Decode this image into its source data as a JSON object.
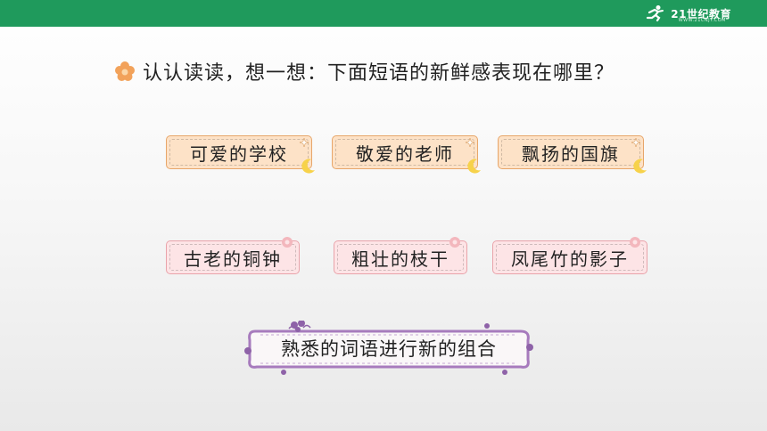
{
  "header": {
    "brand_text": "21世纪教育",
    "brand_sub": "WWW.21CNJY.COM",
    "bar_color": "#1f9a5c"
  },
  "question": {
    "text": "认认读读，想一想：下面短语的新鲜感表现在哪里？",
    "icon": "flower-icon"
  },
  "phrases": {
    "row1": [
      "可爱的学校",
      "敬爱的老师",
      "飘扬的国旗"
    ],
    "row2": [
      "古老的铜钟",
      "粗壮的枝干",
      "凤尾竹的影子"
    ]
  },
  "answer": {
    "text": "熟悉的词语进行新的组合"
  },
  "colors": {
    "card_orange": "#fde2c7",
    "card_pink": "#fde4e6",
    "banner_purple": "#9b6fb0"
  }
}
